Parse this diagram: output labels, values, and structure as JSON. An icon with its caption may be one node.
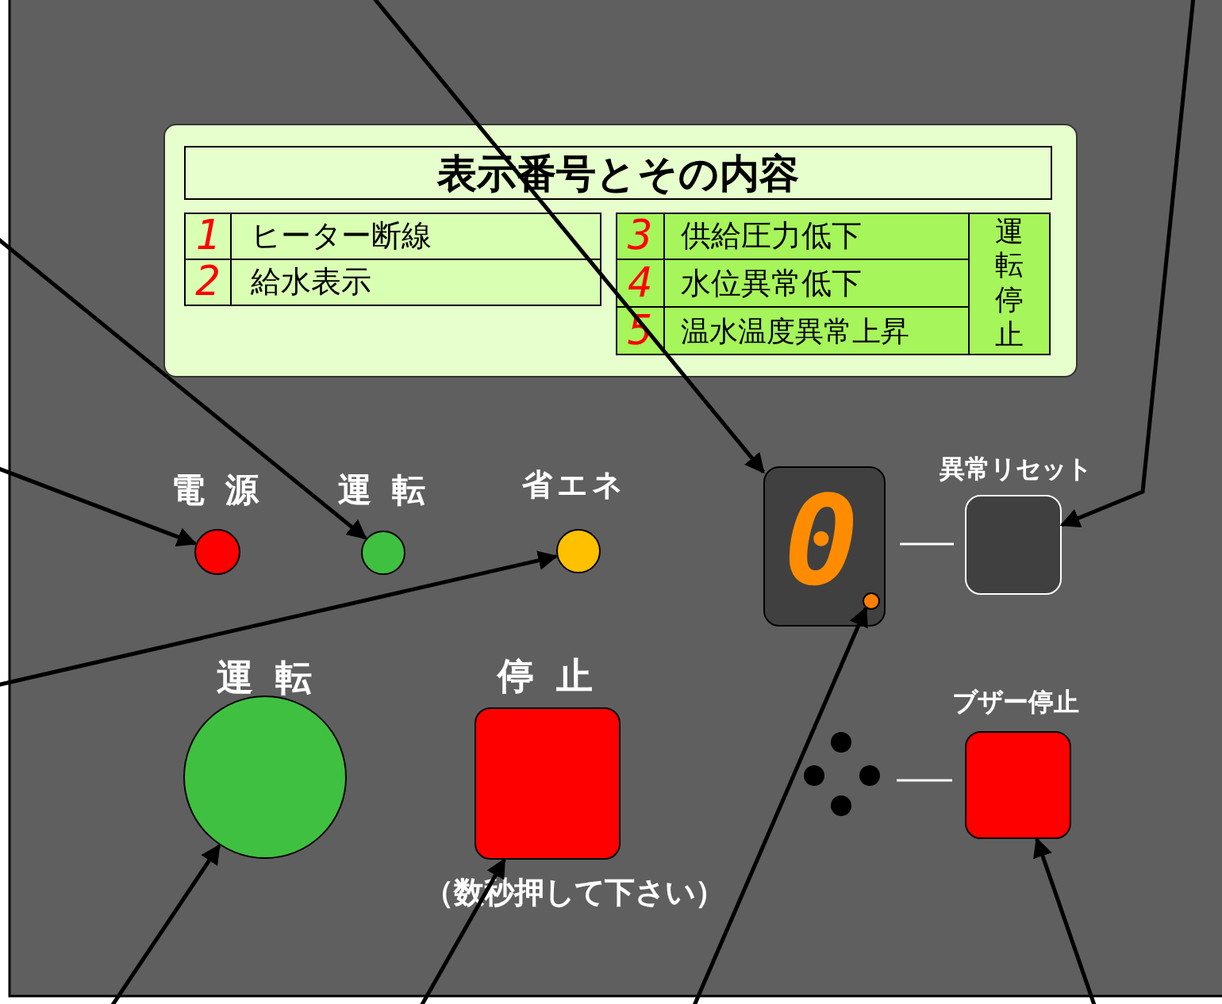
{
  "diagram": {
    "nodes": [
      {
        "text": [],
        "shape": "circle",
        "beside": [
          "電 源"
        ]
      },
      {
        "text": [],
        "shape": "circle",
        "beside": [
          "運 転"
        ]
      },
      {
        "text": [],
        "shape": "circle",
        "beside": [
          "省エネ"
        ]
      },
      {
        "text": [
          "0"
        ]
      },
      {
        "text": [],
        "shape": "circle",
        "in": 3
      },
      {
        "text": [],
        "shape": "box",
        "beside": [
          "異常リセット"
        ]
      },
      {
        "text": [],
        "shape": "circle",
        "beside": [
          "運 転"
        ]
      },
      {
        "text": [],
        "shape": "box",
        "beside": [
          "停 止",
          "（数秒押して下さい）"
        ]
      },
      {
        "text": [],
        "shape": "box",
        "beside": [
          "ブザー停止"
        ]
      }
    ],
    "edges": [
      {
        "from": null,
        "to": 3,
        "arrow": "to"
      },
      {
        "from": null,
        "to": 5,
        "arrow": "to"
      },
      {
        "from": null,
        "to": 1,
        "arrow": "to"
      },
      {
        "from": null,
        "to": 0,
        "arrow": "to"
      },
      {
        "from": null,
        "to": 2,
        "arrow": "to"
      },
      {
        "from": null,
        "to": 6,
        "arrow": "to"
      },
      {
        "from": null,
        "to": 7,
        "arrow": "to"
      },
      {
        "from": null,
        "to": 4,
        "arrow": "to"
      },
      {
        "from": null,
        "to": 8,
        "arrow": "to"
      }
    ],
    "labels": [
      "表示番号とその内容",
      "1",
      "ヒーター断線",
      "3",
      "供給圧力低下",
      "運転停止",
      "2",
      "給水表示",
      "4",
      "水位異常低下",
      "5",
      "温水温度異常上昇"
    ]
  }
}
